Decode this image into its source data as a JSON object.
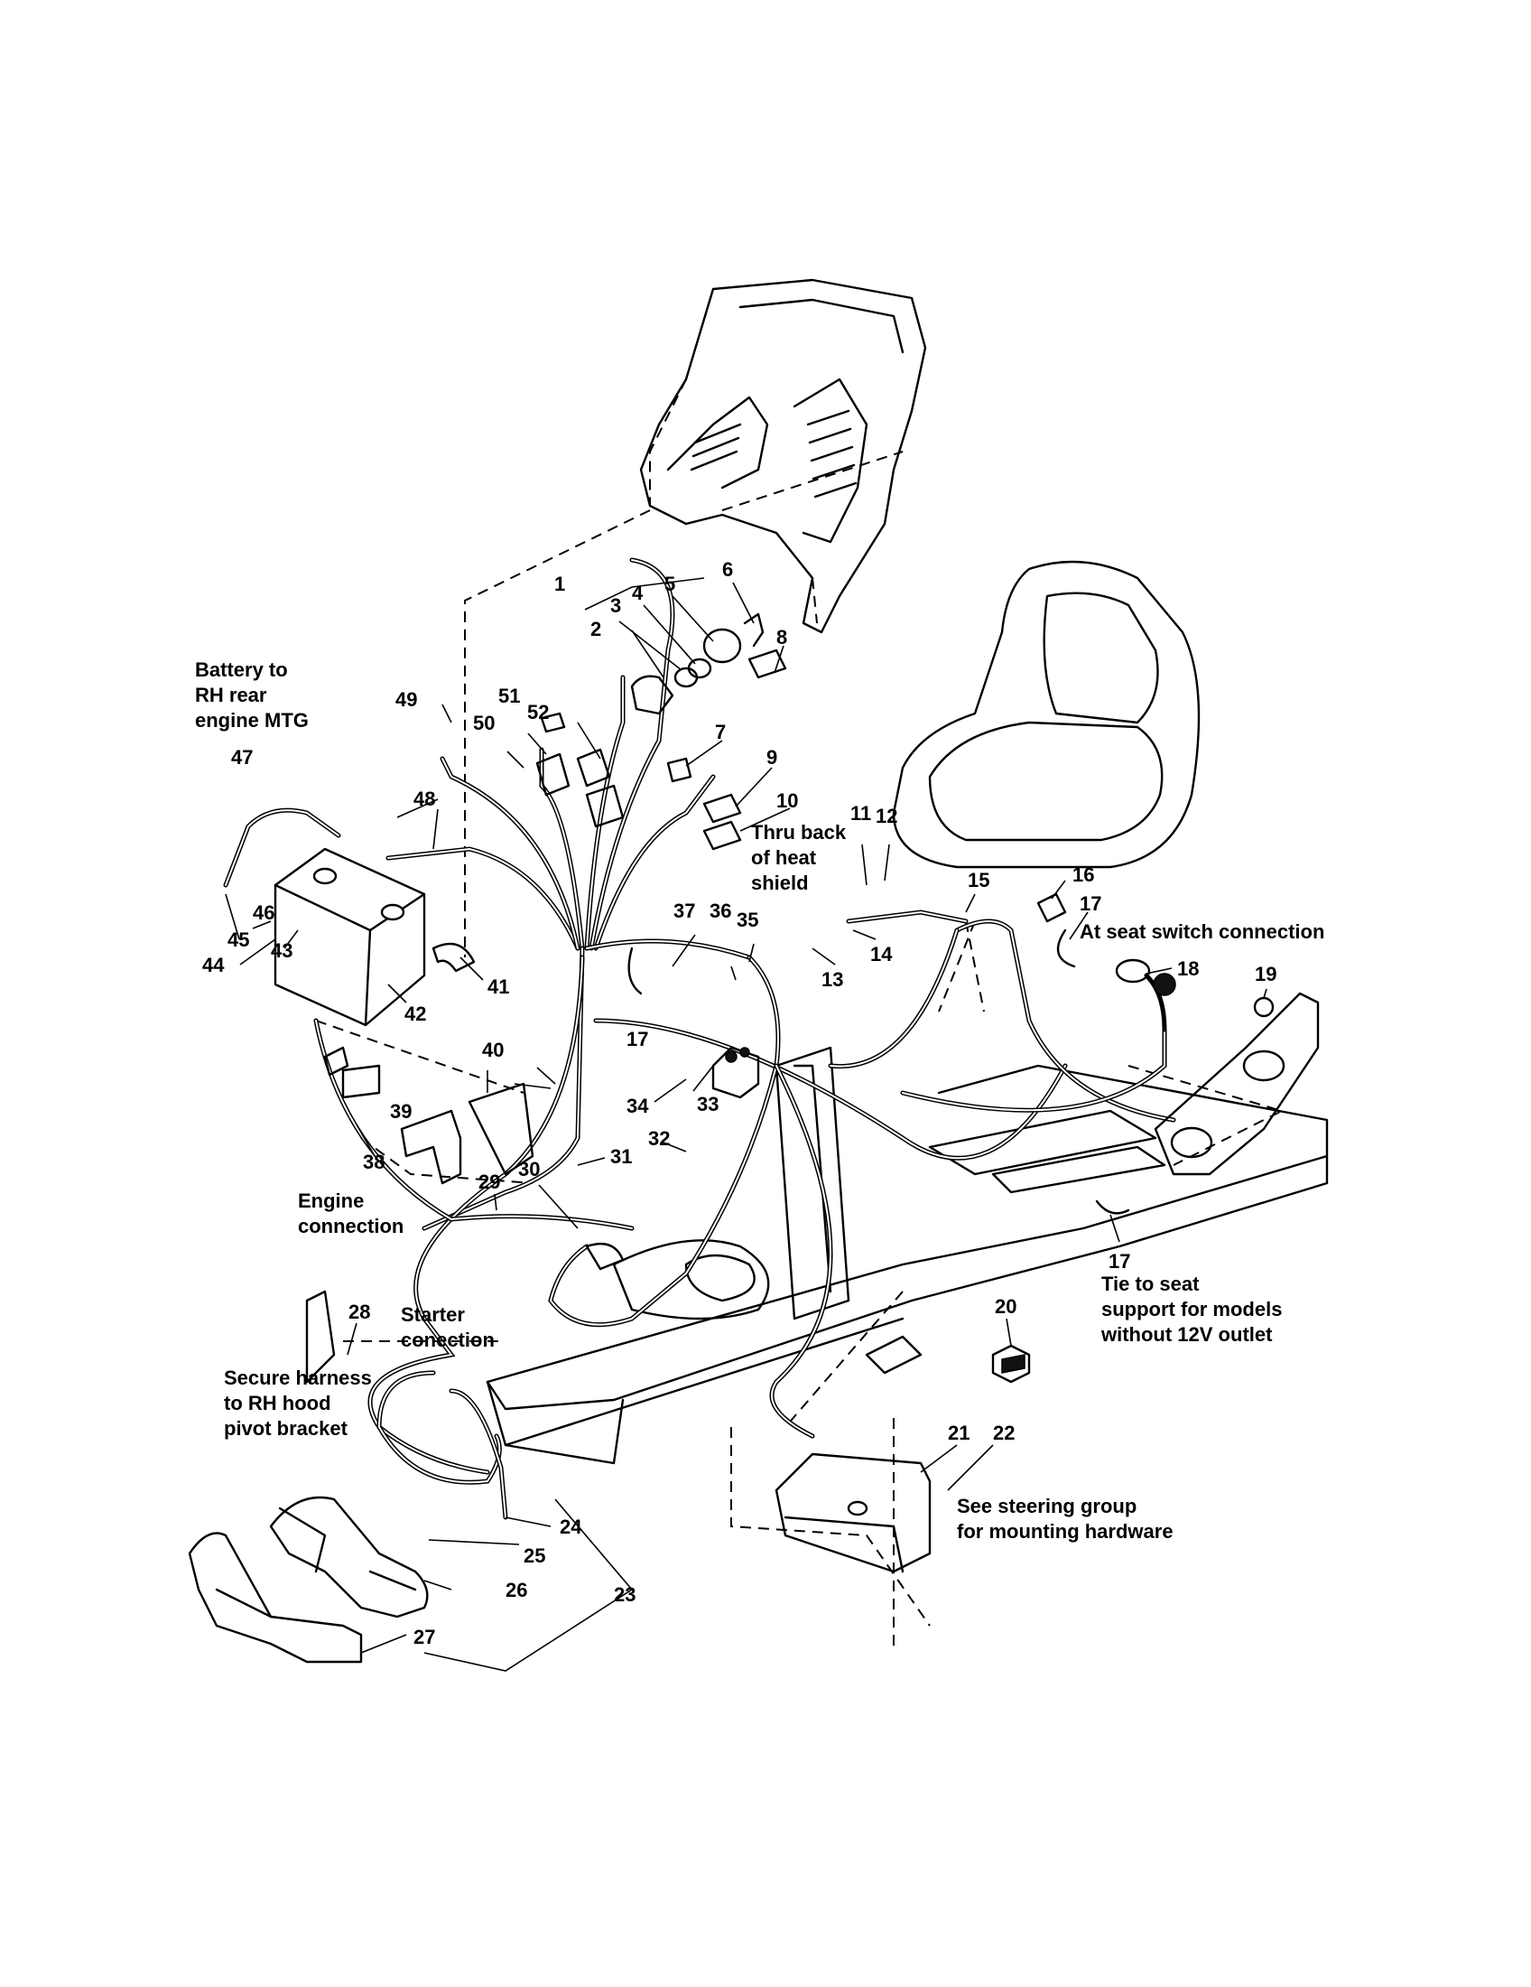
{
  "callouts": {
    "c1": "1",
    "c2": "2",
    "c3": "3",
    "c4": "4",
    "c5": "5",
    "c6": "6",
    "c7": "7",
    "c8": "8",
    "c9": "9",
    "c10": "10",
    "c11": "11",
    "c12": "12",
    "c13": "13",
    "c14": "14",
    "c15": "15",
    "c16": "16",
    "c17a": "17",
    "c17b": "17",
    "c17c": "17",
    "c18": "18",
    "c19": "19",
    "c20": "20",
    "c21": "21",
    "c22": "22",
    "c23": "23",
    "c24": "24",
    "c25": "25",
    "c26": "26",
    "c27": "27",
    "c28": "28",
    "c29": "29",
    "c30": "30",
    "c31": "31",
    "c32": "32",
    "c33": "33",
    "c34": "34",
    "c35": "35",
    "c36": "36",
    "c37": "37",
    "c38": "38",
    "c39": "39",
    "c40": "40",
    "c41": "41",
    "c42": "42",
    "c43": "43",
    "c44": "44",
    "c45": "45",
    "c46": "46",
    "c47": "47",
    "c48": "48",
    "c49": "49",
    "c50": "50",
    "c51": "51",
    "c52": "52"
  },
  "notes": {
    "battery": "Battery to\nRH rear\nengine MTG",
    "heat_shield": "Thru back\nof heat\nshield",
    "seat_switch": "At seat switch connection",
    "tie_seat": "Tie to seat\nsupport for models\nwithout 12V outlet",
    "engine": "Engine\nconnection",
    "starter": "Starter\nconection",
    "secure": "Secure harness\nto RH hood\npivot bracket",
    "steering": "See steering group\nfor mounting hardware"
  }
}
